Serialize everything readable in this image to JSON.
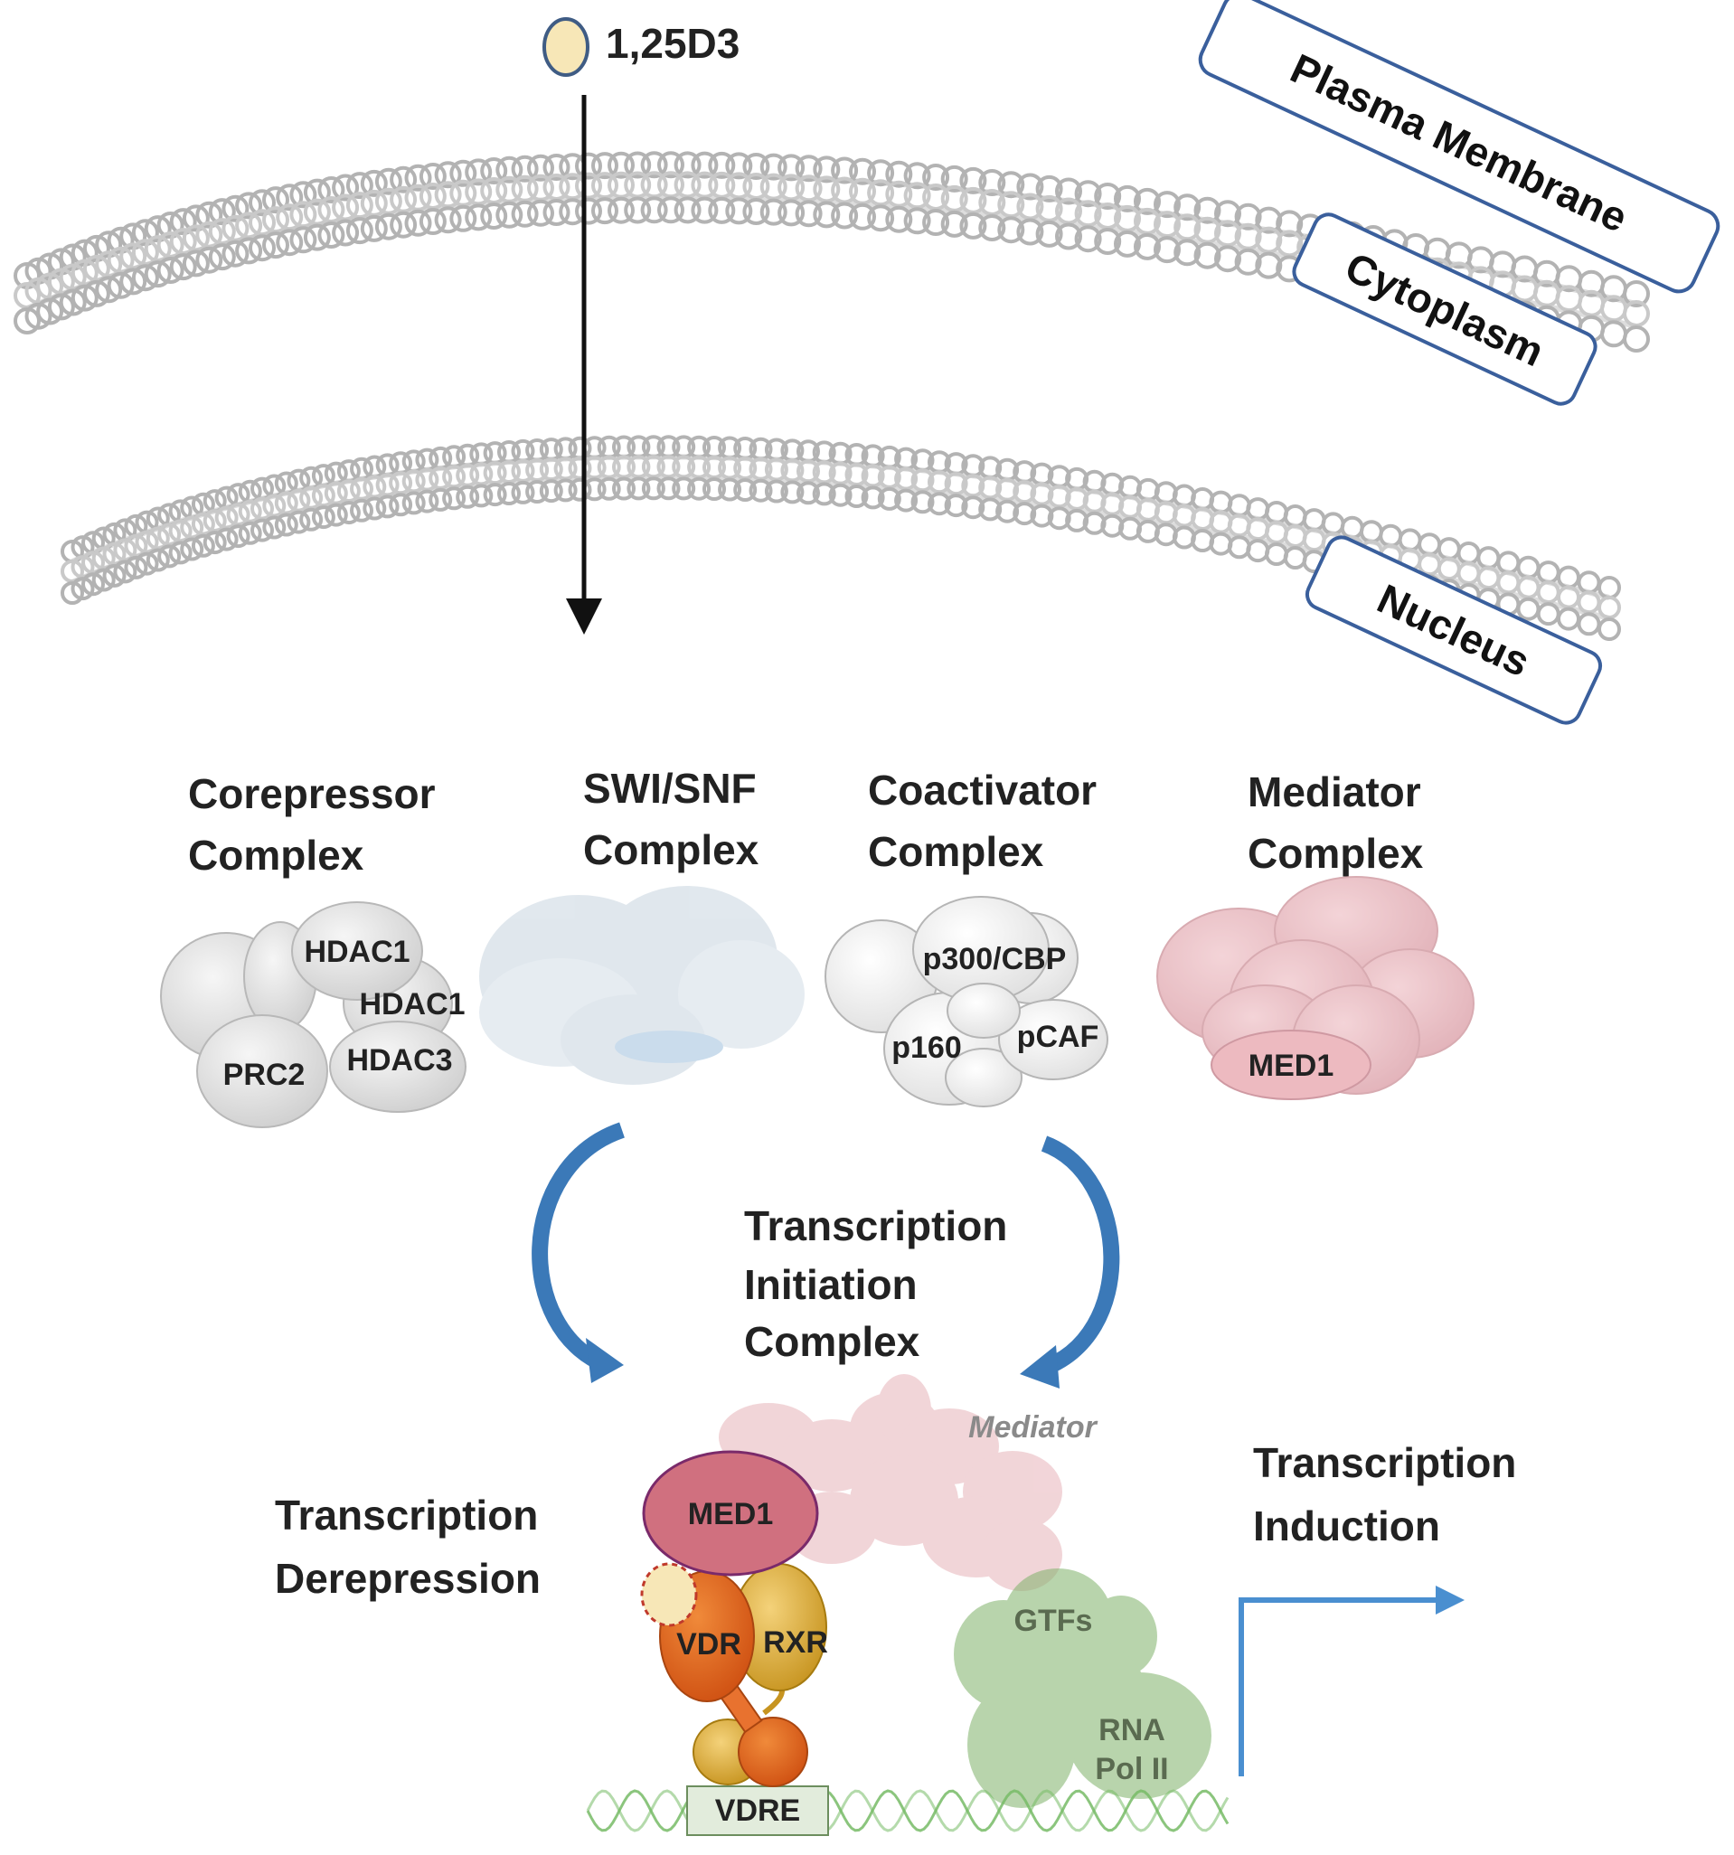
{
  "ligand": {
    "label": "1,25D3"
  },
  "compartments": {
    "plasma_membrane": "Plasma Membrane",
    "cytoplasm": "Cytoplasm",
    "nucleus": "Nucleus"
  },
  "complexes": {
    "corepressor": {
      "line1": "Corepressor",
      "line2": "Complex",
      "parts": [
        "HDAC1",
        "HDAC1",
        "PRC2",
        "HDAC3"
      ]
    },
    "swi_snf": {
      "line1": "SWI/SNF",
      "line2": "Complex"
    },
    "coactivator": {
      "line1": "Coactivator",
      "line2": "Complex",
      "parts": [
        "p300/CBP",
        "p160",
        "pCAF"
      ]
    },
    "mediator": {
      "line1": "Mediator",
      "line2": "Complex",
      "parts": [
        "MED1"
      ]
    }
  },
  "tic": {
    "line1": "Transcription",
    "line2": "Initiation",
    "line3": "Complex"
  },
  "derepression": {
    "line1": "Transcription",
    "line2": "Derepression"
  },
  "induction": {
    "line1": "Transcription",
    "line2": "Induction"
  },
  "assembly": {
    "mediator": "Mediator",
    "med1": "MED1",
    "vdr": "VDR",
    "rxr": "RXR",
    "gtfs": "GTFs",
    "rna_pol_line1": "RNA",
    "rna_pol_line2": "Pol II",
    "vdre": "VDRE"
  },
  "colors": {
    "arrow_blue": "#3b79b8",
    "med1": "#d0707f",
    "vdr": "#e0621a",
    "rxr": "#e6b030",
    "green": "#7fb26a",
    "ligand_fill": "#f7e7b7"
  }
}
